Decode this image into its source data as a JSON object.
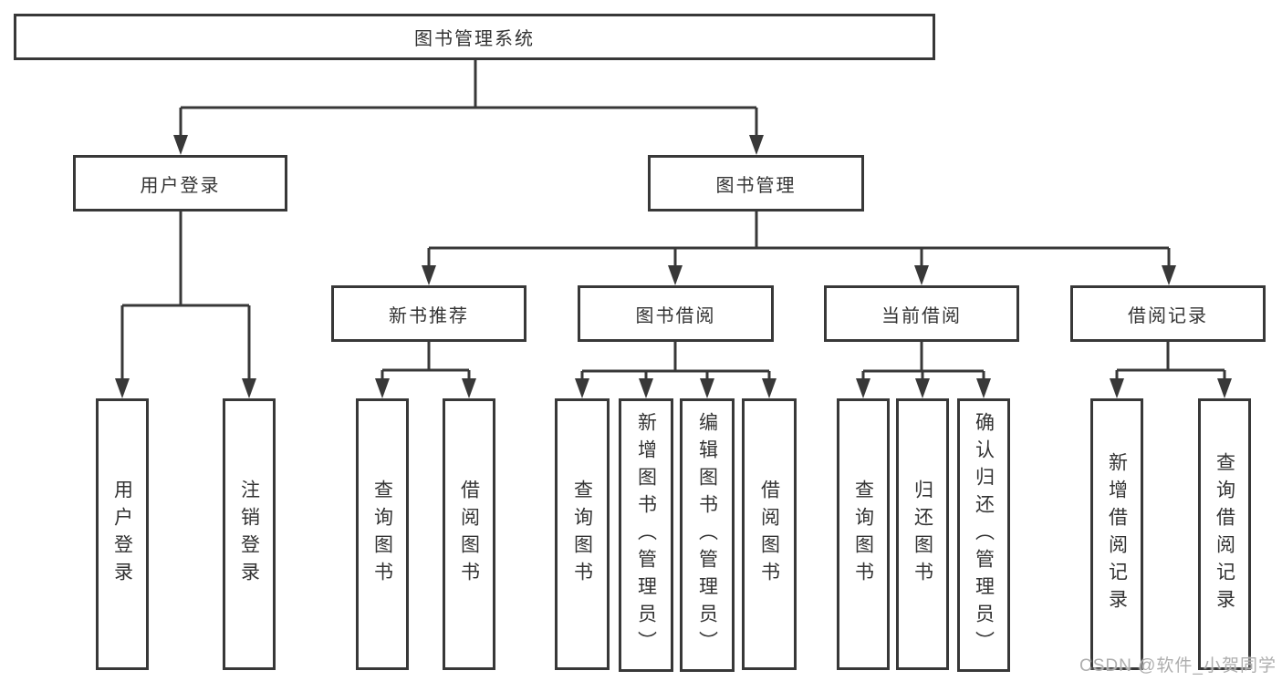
{
  "colors": {
    "line": "#383838",
    "box_border": "#383838",
    "text": "#333333",
    "background": "#ffffff",
    "watermark": "#aeaeae"
  },
  "tree": {
    "root": {
      "label": "图书管理系统",
      "children": [
        {
          "label": "用户登录",
          "children": [
            {
              "label": "用户登录"
            },
            {
              "label": "注销登录"
            }
          ]
        },
        {
          "label": "图书管理",
          "children": [
            {
              "label": "新书推荐",
              "children": [
                {
                  "label": "查询图书"
                },
                {
                  "label": "借阅图书"
                }
              ]
            },
            {
              "label": "图书借阅",
              "children": [
                {
                  "label": "查询图书"
                },
                {
                  "label": "新增图书（管理员）"
                },
                {
                  "label": "编辑图书（管理员）"
                },
                {
                  "label": "借阅图书"
                }
              ]
            },
            {
              "label": "当前借阅",
              "children": [
                {
                  "label": "查询图书"
                },
                {
                  "label": "归还图书"
                },
                {
                  "label": "确认归还（管理员）"
                }
              ]
            },
            {
              "label": "借阅记录",
              "children": [
                {
                  "label": "新增借阅记录"
                },
                {
                  "label": "查询借阅记录"
                }
              ]
            }
          ]
        }
      ]
    }
  },
  "watermark": {
    "text": "CSDN @软件_小贺同学"
  }
}
